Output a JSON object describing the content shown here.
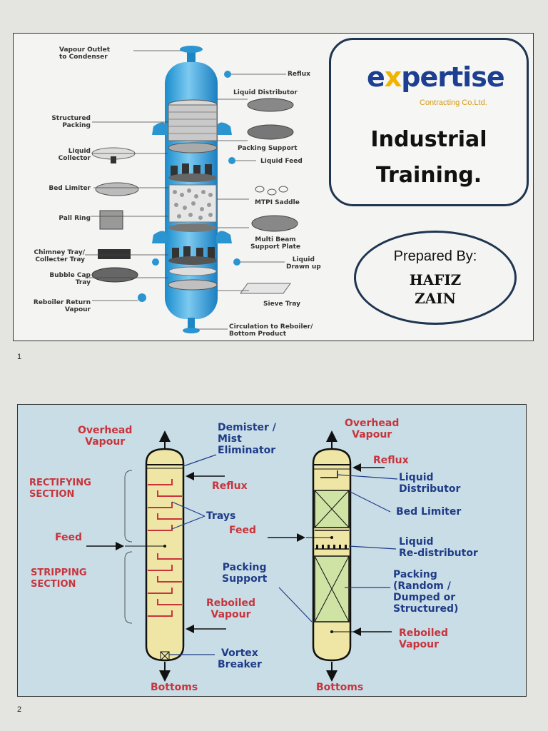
{
  "slide1": {
    "left_labels": {
      "vapour_outlet": "Vapour Outlet\nto Condenser",
      "structured_packing": "Structured\nPacking",
      "liquid_collector": "Liquid\nCollector",
      "bed_limiter": "Bed Limiter",
      "pall_ring": "Pall Ring",
      "chimney_tray": "Chimney Tray/\nCollecter Tray",
      "bubble_cap": "Bubble Cap\nTray",
      "reboiler_return": "Reboiler Return\nVapour"
    },
    "right_labels": {
      "reflux": "Reflux",
      "liquid_distributor": "Liquid Distributor",
      "packing_support": "Packing Support",
      "liquid_feed": "Liquid Feed",
      "mtpi_saddle": "MTPI Saddle",
      "multi_beam": "Multi Beam\nSupport Plate",
      "liquid_drawn": "Liquid\nDrawn up",
      "sieve_tray": "Sieve Tray",
      "circulation": "Circulation to Reboiler/\nBottom Product"
    },
    "logo": {
      "brand_prefix": "e",
      "brand_x": "x",
      "brand_rest": "pertise",
      "sub": "Contracting Co.Ltd."
    },
    "title_line1": "Industrial",
    "title_line2": "Training.",
    "prepared_by": "Prepared By:",
    "name_line1": "HAFIZ",
    "name_line2": "ZAIN"
  },
  "page1_number": "1",
  "slide2": {
    "overhead_left": "Overhead\nVapour",
    "demister": "Demister /\nMist\nEliminator",
    "rectifying": "RECTIFYING\nSECTION",
    "reflux_left": "Reflux",
    "trays": "Trays",
    "feed_left": "Feed",
    "stripping": "STRIPPING\nSECTION",
    "reboiled_left": "Reboiled\nVapour",
    "vortex": "Vortex\nBreaker",
    "bottoms_left": "Bottoms",
    "overhead_right": "Overhead\nVapour",
    "reflux_right": "Reflux",
    "liquid_distributor": "Liquid\nDistributor",
    "bed_limiter": "Bed Limiter",
    "feed_right": "Feed",
    "liquid_redistributor": "Liquid\nRe-distributor",
    "packing_support": "Packing\nSupport",
    "packing": "Packing\n(Random /\nDumped or\nStructured)",
    "reboiled_right": "Reboiled\nVapour",
    "bottoms_right": "Bottoms"
  },
  "page2_number": "2",
  "colors": {
    "red_label": "#c8343c",
    "blue_label": "#1f3c88",
    "column_fill": "#efe6a6",
    "packing_fill": "#cfe3a4",
    "vessel_blue": "#2f9fd8"
  }
}
